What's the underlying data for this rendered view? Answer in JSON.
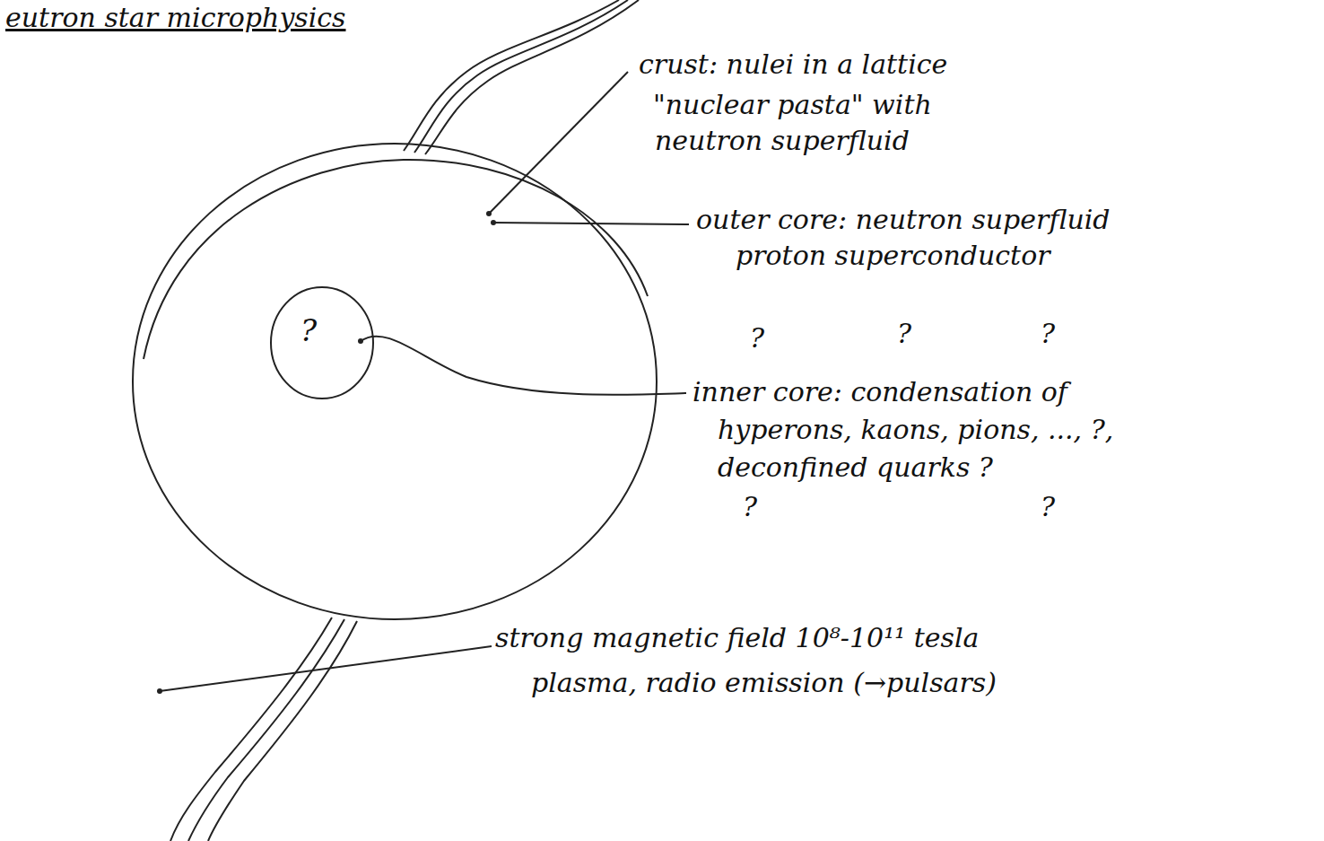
{
  "diagram": {
    "title": "eutron star microphysics",
    "nodes": [
      {
        "text": [
          "?"
        ]
      }
    ],
    "labels": [
      "crust: nulei in a lattice",
      "\"nuclear pasta\" with",
      "neutron superfluid",
      "outer core: neutron superfluid",
      "proton superconductor",
      "?",
      "?",
      "?",
      "inner core: condensation of",
      "hyperons, kaons, pions, ..., ?,",
      "deconfined quarks ?",
      "?",
      "?",
      "strong magnetic field 10⁸-10¹¹ tesla",
      "plasma, radio emission (→pulsars)"
    ]
  }
}
